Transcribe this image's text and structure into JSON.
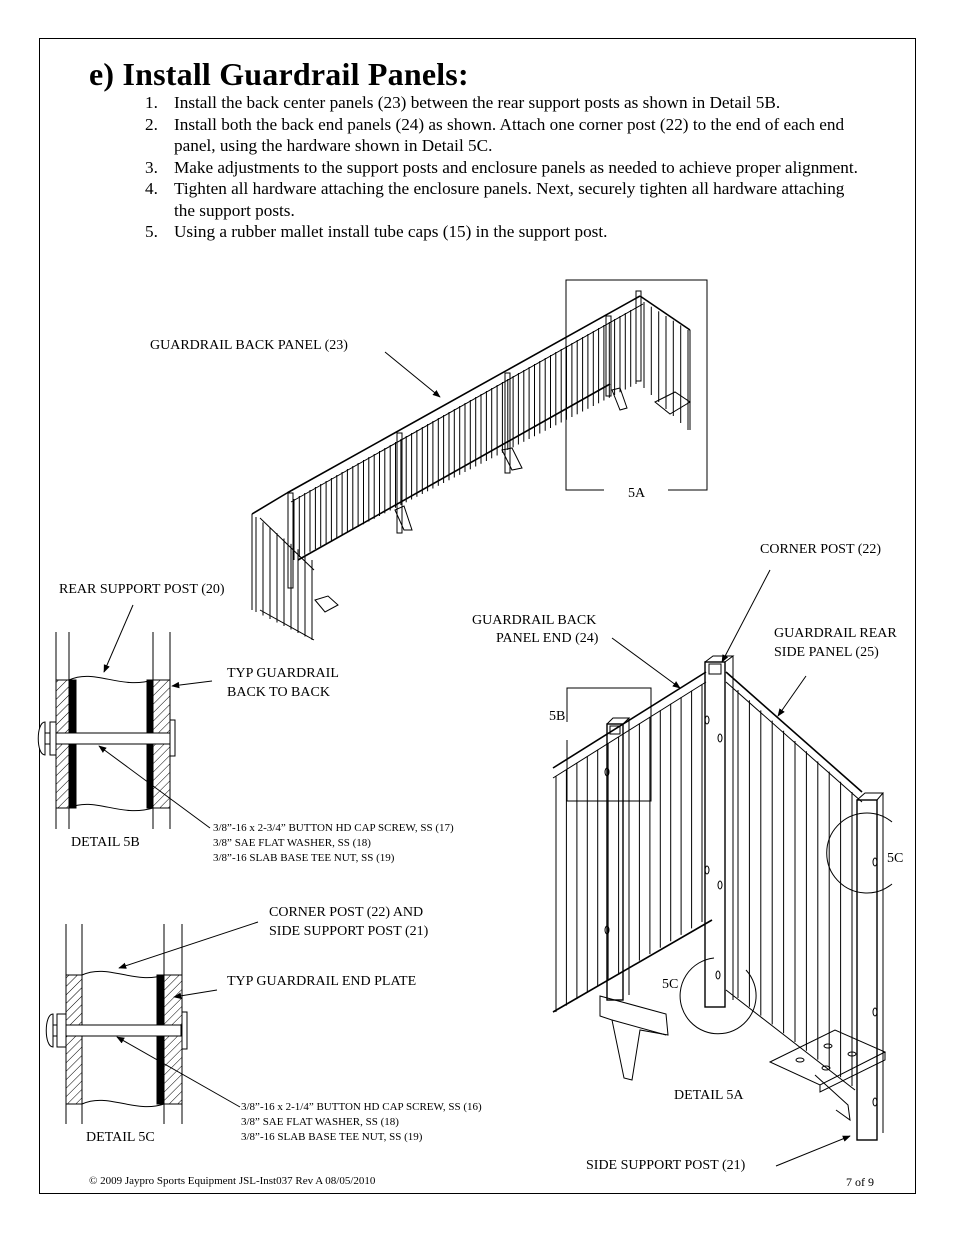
{
  "page": {
    "title": "e) Install Guardrail Panels:",
    "steps": [
      {
        "num": "1.",
        "text": "Install the back center panels (23) between the rear support posts as shown in Detail 5B."
      },
      {
        "num": "2.",
        "text": "Install both the back end panels (24) as shown. Attach one corner post (22) to the end of each end panel, using the hardware shown in Detail 5C."
      },
      {
        "num": "3.",
        "text": "Make adjustments to the support posts and enclosure panels as needed to achieve proper alignment."
      },
      {
        "num": "4.",
        "text": "Tighten all hardware attaching the enclosure panels. Next, securely tighten all hardware attaching the support posts."
      },
      {
        "num": "5.",
        "text": "Using a rubber mallet install tube caps (15) in the support post."
      }
    ]
  },
  "labels": {
    "back_panel": "GUARDRAIL BACK PANEL (23)",
    "detail_5a_box": "5A",
    "corner_post": "CORNER POST (22)",
    "rear_support_post": "REAR SUPPORT POST (20)",
    "back_panel_end_1": "GUARDRAIL BACK",
    "back_panel_end_2": "PANEL END (24)",
    "rear_side_panel_1": "GUARDRAIL REAR",
    "rear_side_panel_2": "SIDE PANEL (25)",
    "typ_back_to_back_1": "TYP GUARDRAIL",
    "typ_back_to_back_2": "BACK TO BACK",
    "callout_5b": "5B",
    "callout_5c_right": "5C",
    "callout_5c_lower": "5C",
    "detail_5b": "DETAIL 5B",
    "hardware_5b": [
      "3/8”-16 x 2-3/4” BUTTON HD CAP SCREW, SS (17)",
      "3/8” SAE FLAT WASHER, SS (18)",
      "3/8”-16 SLAB BASE TEE NUT, SS (19)"
    ],
    "corner_side_1": "CORNER POST (22) AND",
    "corner_side_2": "SIDE SUPPORT POST (21)",
    "typ_end_plate": "TYP GUARDRAIL END PLATE",
    "detail_5a": "DETAIL 5A",
    "hardware_5c": [
      "3/8”-16 x 2-1/4” BUTTON HD CAP SCREW, SS (16)",
      "3/8” SAE FLAT WASHER, SS (18)",
      "3/8”-16 SLAB BASE TEE NUT, SS (19)"
    ],
    "detail_5c": "DETAIL 5C",
    "side_support_post": "SIDE SUPPORT POST (21)"
  },
  "footer": {
    "copyright": "© 2009 Jaypro Sports Equipment   JSL-Inst037 Rev A  08/05/2010",
    "page_number": "7 of 9"
  }
}
